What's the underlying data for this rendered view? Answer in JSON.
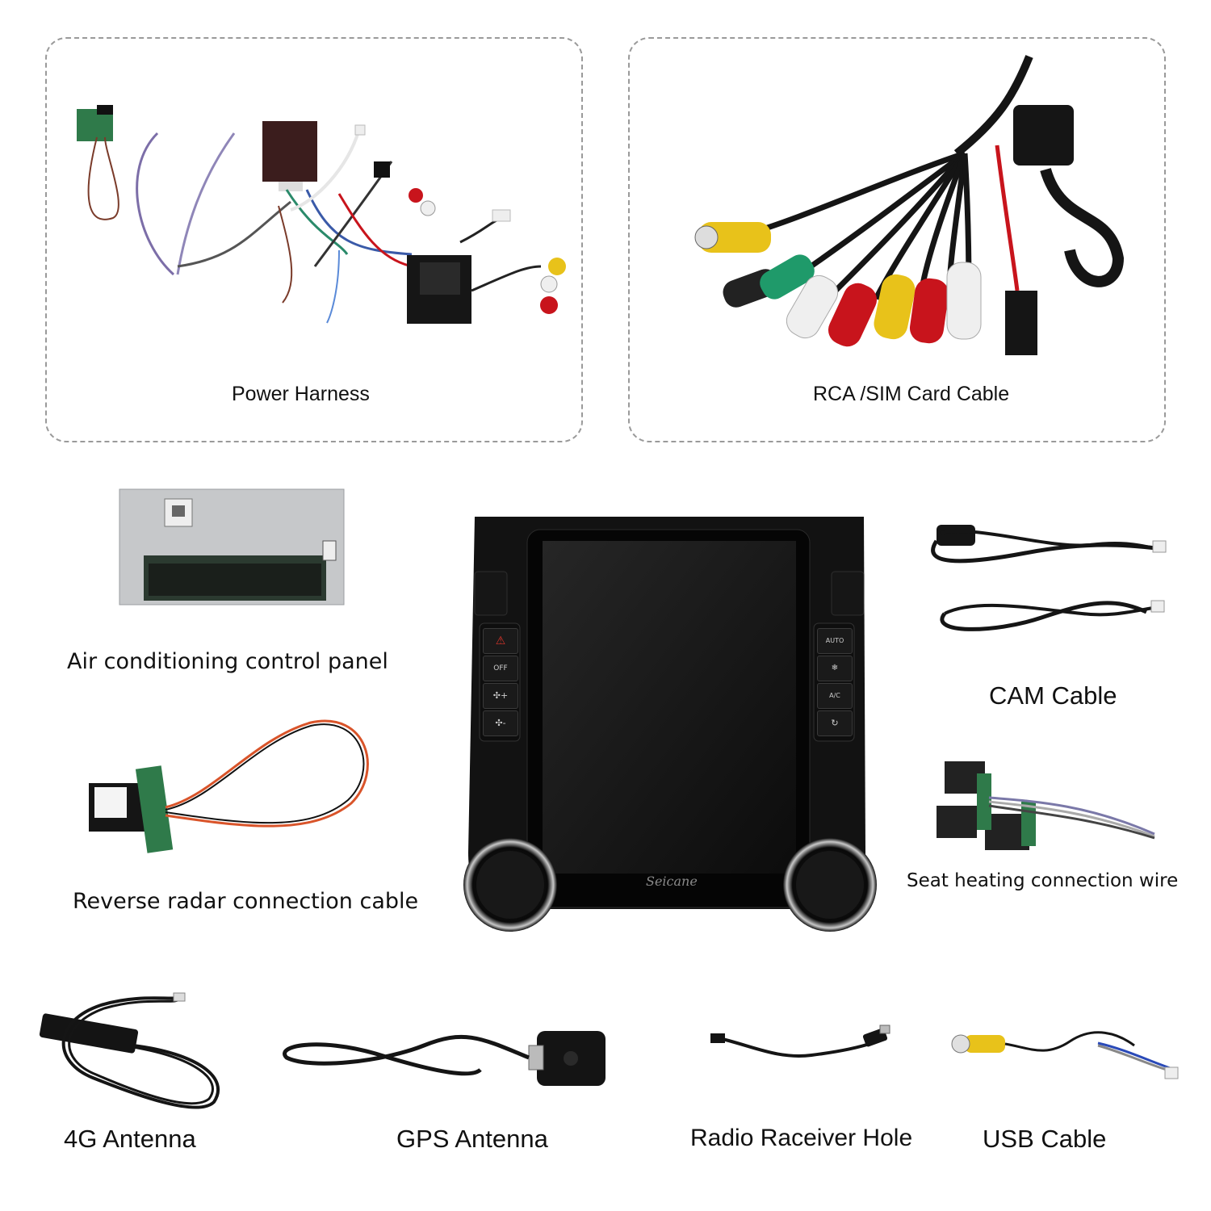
{
  "labels": {
    "power_harness": "Power Harness",
    "rca_sim": "RCA /SIM Card Cable",
    "air_panel": "Air conditioning control panel",
    "reverse_radar": "Reverse radar connection cable",
    "cam_cable": "CAM Cable",
    "seat_heating": "Seat heating connection wire",
    "antenna_4g": "4G Antenna",
    "gps": "GPS Antenna",
    "radio": "Radio Raceiver Hole",
    "usb": "USB Cable"
  },
  "head_unit": {
    "brand": "Seicane",
    "buttons_left": [
      "⚠",
      "OFF",
      "✣+",
      "✣-"
    ],
    "buttons_right": [
      "AUTO",
      "❄",
      "A/C",
      "↻"
    ]
  },
  "colors": {
    "rca_yellow": "#e8c21a",
    "rca_red": "#c8141c",
    "rca_white": "#efefef",
    "rca_green": "#1f9a6a",
    "wire_orange": "#d9542a",
    "cable_black": "#151515"
  }
}
